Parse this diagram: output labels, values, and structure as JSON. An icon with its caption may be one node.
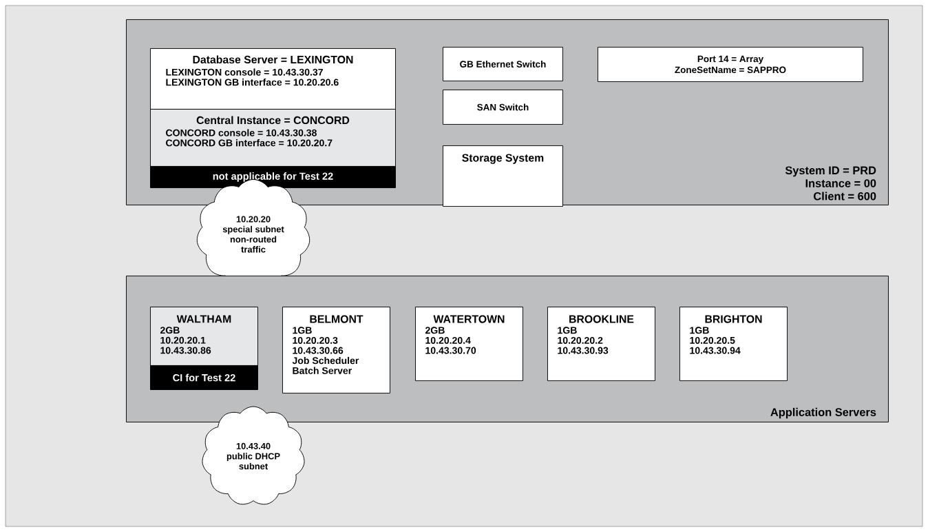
{
  "diagram": {
    "nodes": [
      {
        "text": [
          "System ID = PRD",
          "Instance = 00",
          "Client = 600"
        ]
      },
      {
        "text": [
          "Database Server = LEXINGTON",
          "LEXINGTON console = 10.43.30.37",
          "LEXINGTON GB interface = 10.20.20.6"
        ],
        "in": 0
      },
      {
        "text": [
          "Central Instance = CONCORD",
          "CONCORD console = 10.43.30.38",
          "CONCORD GB interface = 10.20.20.7"
        ],
        "in": 0
      },
      {
        "text": [
          "not applicable for Test 22"
        ],
        "in": 0
      },
      {
        "text": [
          "GB Ethernet Switch"
        ],
        "in": 0
      },
      {
        "text": [
          "SAN Switch"
        ],
        "in": 0
      },
      {
        "text": [
          "Storage System"
        ],
        "in": 0
      },
      {
        "text": [
          "Port 14 = Array",
          "ZoneSetName = SAPPRO"
        ],
        "in": 0
      },
      {
        "text": [
          "10.20.20",
          "special subnet",
          "non-routed",
          "traffic"
        ]
      },
      {
        "text": [
          "Application Servers"
        ]
      },
      {
        "text": [
          "WALTHAM",
          "2GB",
          "10.20.20.1",
          "10.43.30.86"
        ],
        "in": 9
      },
      {
        "text": [
          "CI for Test 22"
        ],
        "in": 9
      },
      {
        "text": [
          "BELMONT",
          "1GB",
          "10.20.20.3",
          "10.43.30.66",
          "Job Scheduler",
          "Batch Server"
        ],
        "in": 9
      },
      {
        "text": [
          "WATERTOWN",
          "2GB",
          "10.20.20.4",
          "10.43.30.70"
        ],
        "in": 9
      },
      {
        "text": [
          "BROOKLINE",
          "1GB",
          "10.20.20.2",
          "10.43.30.93"
        ],
        "in": 9
      },
      {
        "text": [
          "BRIGHTON",
          "1GB",
          "10.20.20.5",
          "10.43.30.94"
        ],
        "in": 9
      },
      {
        "text": [
          "10.43.40",
          "public DHCP",
          "subnet"
        ]
      }
    ]
  }
}
